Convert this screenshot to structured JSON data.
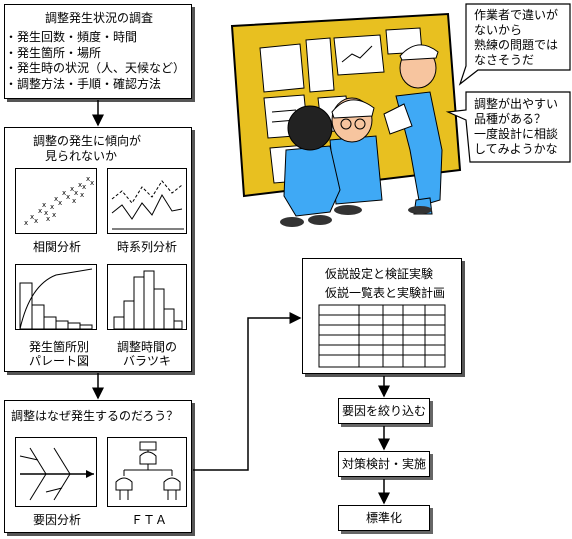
{
  "survey": {
    "title": "調整発生状況の調査",
    "items": [
      "発生回数・頻度・時間",
      "発生箇所・場所",
      "発生時の状況（人、天候など）",
      "調整方法・手順・確認方法"
    ]
  },
  "trend": {
    "title_line1": "調整の発生に傾向が",
    "title_line2": "見られないか",
    "labels": {
      "correlation": "相関分析",
      "timeseries": "時系列分析",
      "pareto_line1": "発生箇所別",
      "pareto_line2": "パレート図",
      "dispersion_line1": "調整時間の",
      "dispersion_line2": "バラツキ"
    }
  },
  "why": {
    "title": "調整はなぜ発生するのだろう？",
    "fishbone_label": "要因分析",
    "fta_label": "ＦＴＡ"
  },
  "hypothesis": {
    "title": "仮説設定と検証実験",
    "subtitle": "仮説一覧表と実験計画"
  },
  "flow": {
    "narrow": "要因を絞り込む",
    "countermeasure": "対策検討・実施",
    "standardize": "標準化"
  },
  "bubbles": {
    "top": [
      "作業者で違いが",
      "ないから",
      "熟練の問題では",
      "なさそうだ"
    ],
    "bottom": [
      "調整が出やすい",
      "品種がある？",
      "一度設計に相談",
      "してみようかな"
    ]
  },
  "colors": {
    "board": "#e8c020",
    "uniform": "#3fa9f5",
    "skin": "#f7c59f",
    "hair": "#222222"
  }
}
